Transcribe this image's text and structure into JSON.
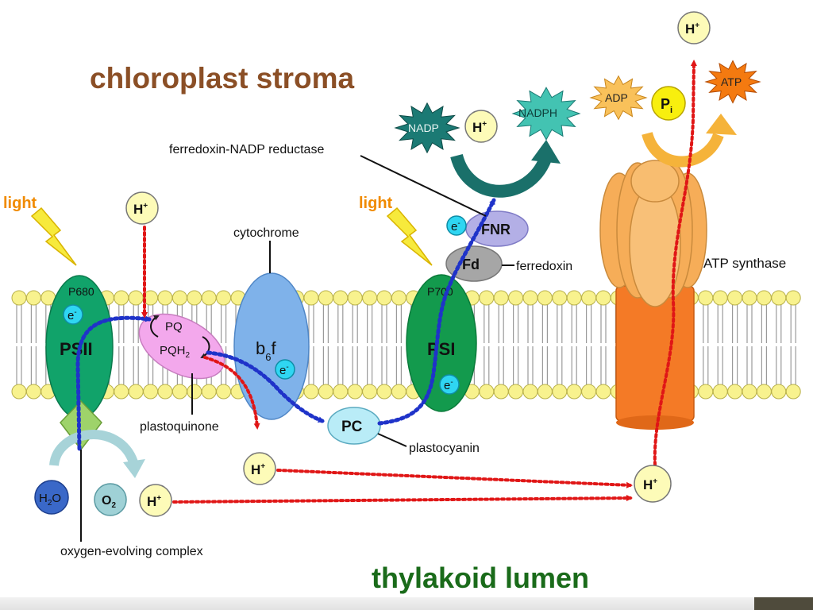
{
  "regions": {
    "stroma": "chloroplast stroma",
    "lumen": "thylakoid lumen"
  },
  "labels": {
    "light_left": "light",
    "light_right": "light",
    "p680": "P680",
    "psii": "PSII",
    "pq": "PQ",
    "pqh2": "PQH",
    "pqh2_sub": "2",
    "plastoquinone": "plastoquinone",
    "cytochrome": "cytochrome",
    "b6f_b": "b",
    "b6f_sub": "6",
    "b6f_f": "f",
    "pc": "PC",
    "plastocyanin": "plastocyanin",
    "p700": "P700",
    "psi": "PSI",
    "fd": "Fd",
    "ferredoxin": "ferredoxin",
    "fnr": "FNR",
    "fnr_full": "ferredoxin-NADP reductase",
    "nadp": "NADP",
    "nadph": "NADPH",
    "adp": "ADP",
    "atp": "ATP",
    "pi_main": "P",
    "pi_sub": "i",
    "atp_synthase": "ATP synthase",
    "h2o_main": "H",
    "h2o_sub": "2",
    "h2o_end": "O",
    "o2_main": "O",
    "o2_sub": "2",
    "oec": "oxygen-evolving complex",
    "electron": "e",
    "electron_sup": "-",
    "proton": "H",
    "proton_sup": "+"
  },
  "colors": {
    "stroma_text": "#8b4f26",
    "lumen_text": "#1a6b1a",
    "light_text": "#f08a00",
    "psii": "#11a36a",
    "psi": "#139a4d",
    "plastoquinone": "#f3a8ec",
    "cytochrome": "#7fb2ea",
    "pc": "#b9ecf7",
    "fd": "#a6a6a6",
    "fnr": "#b3afe6",
    "atp_synthase_head": "#f6ad58",
    "atp_synthase_stalk": "#f47a26",
    "proton_circle": "#fdfbb8",
    "nadp_star": "#1b7a74",
    "adp_star": "#f9c15a",
    "atp_star": "#f47a10",
    "pi_circle": "#f8ef0e",
    "electron_path": "#1f33c9",
    "proton_path": "#e01616",
    "membrane_head": "#f8f28e"
  }
}
